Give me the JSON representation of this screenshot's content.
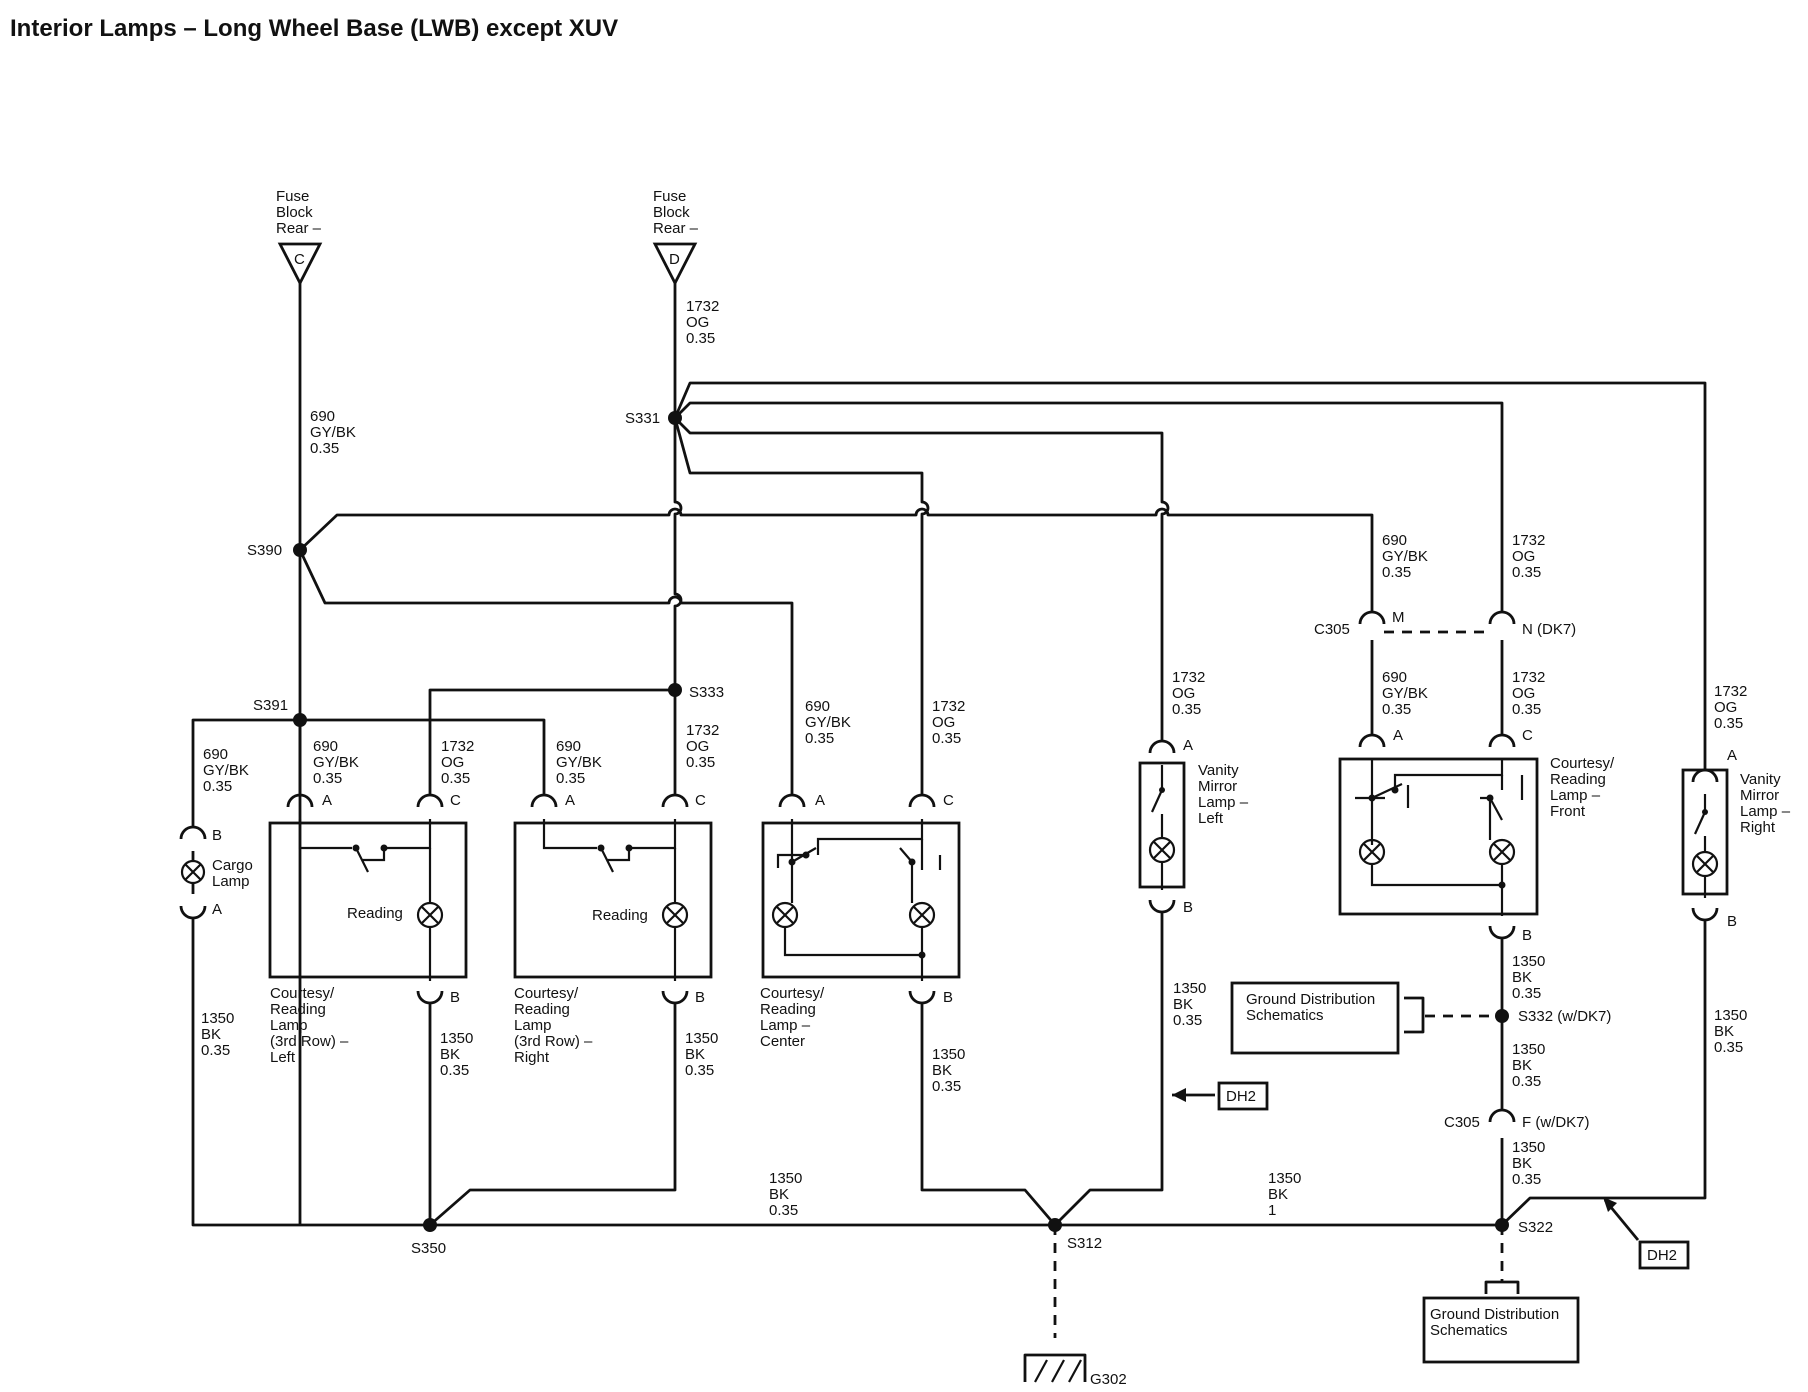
{
  "title": "Interior Lamps – Long Wheel Base (LWB) except XUV",
  "fuse_c": {
    "lines": [
      "Fuse",
      "Block",
      "Rear –"
    ],
    "letter": "C"
  },
  "fuse_d": {
    "lines": [
      "Fuse",
      "Block",
      "Rear –"
    ],
    "letter": "D"
  },
  "splices": {
    "s331": "S331",
    "s390": "S390",
    "s391": "S391",
    "s333": "S333",
    "s350": "S350",
    "s312": "S312",
    "s322": "S322",
    "s332": "S332 (w/DK7)"
  },
  "wires": {
    "w1732_d": [
      "1732",
      "OG",
      "0.35"
    ],
    "w690_main": [
      "690",
      "GY/BK",
      "0.35"
    ],
    "w690_cargo": [
      "690",
      "GY/BK",
      "0.35"
    ],
    "w690_left_a": [
      "690",
      "GY/BK",
      "0.35"
    ],
    "w1732_left_c": [
      "1732",
      "OG",
      "0.35"
    ],
    "w690_right_a": [
      "690",
      "GY/BK",
      "0.35"
    ],
    "w1732_right_c": [
      "1732",
      "OG",
      "0.35"
    ],
    "w690_center_a": [
      "690",
      "GY/BK",
      "0.35"
    ],
    "w1732_center_c": [
      "1732",
      "OG",
      "0.35"
    ],
    "w1732_vm_left": [
      "1732",
      "OG",
      "0.35"
    ],
    "w690_m_top": [
      "690",
      "GY/BK",
      "0.35"
    ],
    "w1732_n_top": [
      "1732",
      "OG",
      "0.35"
    ],
    "w690_m_bot": [
      "690",
      "GY/BK",
      "0.35"
    ],
    "w1732_n_bot": [
      "1732",
      "OG",
      "0.35"
    ],
    "w1732_vm_right": [
      "1732",
      "OG",
      "0.35"
    ],
    "w1350_cargo": [
      "1350",
      "BK",
      "0.35"
    ],
    "w1350_left": [
      "1350",
      "BK",
      "0.35"
    ],
    "w1350_right": [
      "1350",
      "BK",
      "0.35"
    ],
    "w1350_center": [
      "1350",
      "BK",
      "0.35"
    ],
    "w1350_vm_left": [
      "1350",
      "BK",
      "0.35"
    ],
    "w1350_front_b": [
      "1350",
      "BK",
      "0.35"
    ],
    "w1350_s332": [
      "1350",
      "BK",
      "0.35"
    ],
    "w1350_c305f": [
      "1350",
      "BK",
      "0.35"
    ],
    "w1350_bus_mid": [
      "1350",
      "BK",
      "0.35"
    ],
    "w1350_bus_right": [
      "1350",
      "BK",
      "1"
    ],
    "w1350_vm_right": [
      "1350",
      "BK",
      "0.35"
    ]
  },
  "connectors": {
    "c305_top": "C305",
    "c305_m": "M",
    "c305_n": "N (DK7)",
    "c305_bottom": "C305",
    "c305_f": "F (w/DK7)"
  },
  "pins": {
    "cargo_b": "B",
    "cargo_a": "A",
    "left_a": "A",
    "left_c": "C",
    "left_b": "B",
    "right_a": "A",
    "right_c": "C",
    "right_b": "B",
    "center_a": "A",
    "center_c": "C",
    "center_b": "B",
    "vm_left_a": "A",
    "vm_left_b": "B",
    "front_a": "A",
    "front_c": "C",
    "front_b": "B",
    "vm_right_a": "A",
    "vm_right_b": "B"
  },
  "components": {
    "cargo_lamp": [
      "Cargo",
      "Lamp"
    ],
    "reading_left": "Reading",
    "reading_right": "Reading",
    "lamp_left": [
      "Courtesy/",
      "Reading",
      "Lamp",
      "(3rd Row) –",
      "Left"
    ],
    "lamp_right": [
      "Courtesy/",
      "Reading",
      "Lamp",
      "(3rd Row) –",
      "Right"
    ],
    "lamp_center": [
      "Courtesy/",
      "Reading",
      "Lamp –",
      "Center"
    ],
    "vanity_left": [
      "Vanity",
      "Mirror",
      "Lamp –",
      "Left"
    ],
    "lamp_front": [
      "Courtesy/",
      "Reading",
      "Lamp –",
      "Front"
    ],
    "vanity_right": [
      "Vanity",
      "Mirror",
      "Lamp –",
      "Right"
    ]
  },
  "refs": {
    "gds_mid": [
      "Ground Distribution",
      "Schematics"
    ],
    "gds_bottom": [
      "Ground Distribution",
      "Schematics"
    ],
    "dh2_a": "DH2",
    "dh2_b": "DH2"
  },
  "ground": {
    "label": "G302"
  }
}
